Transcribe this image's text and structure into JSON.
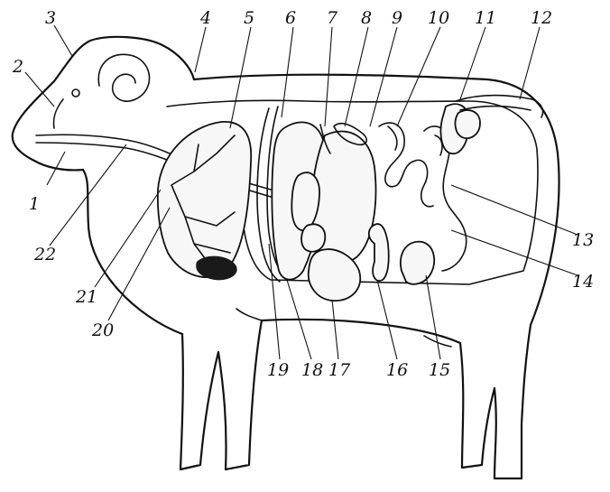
{
  "labels": [
    "1",
    "2",
    "3",
    "4",
    "5",
    "6",
    "7",
    "8",
    "9",
    "10",
    "11",
    "12",
    "13",
    "14",
    "15",
    "16",
    "17",
    "18",
    "19",
    "20",
    "21",
    "22"
  ]
}
